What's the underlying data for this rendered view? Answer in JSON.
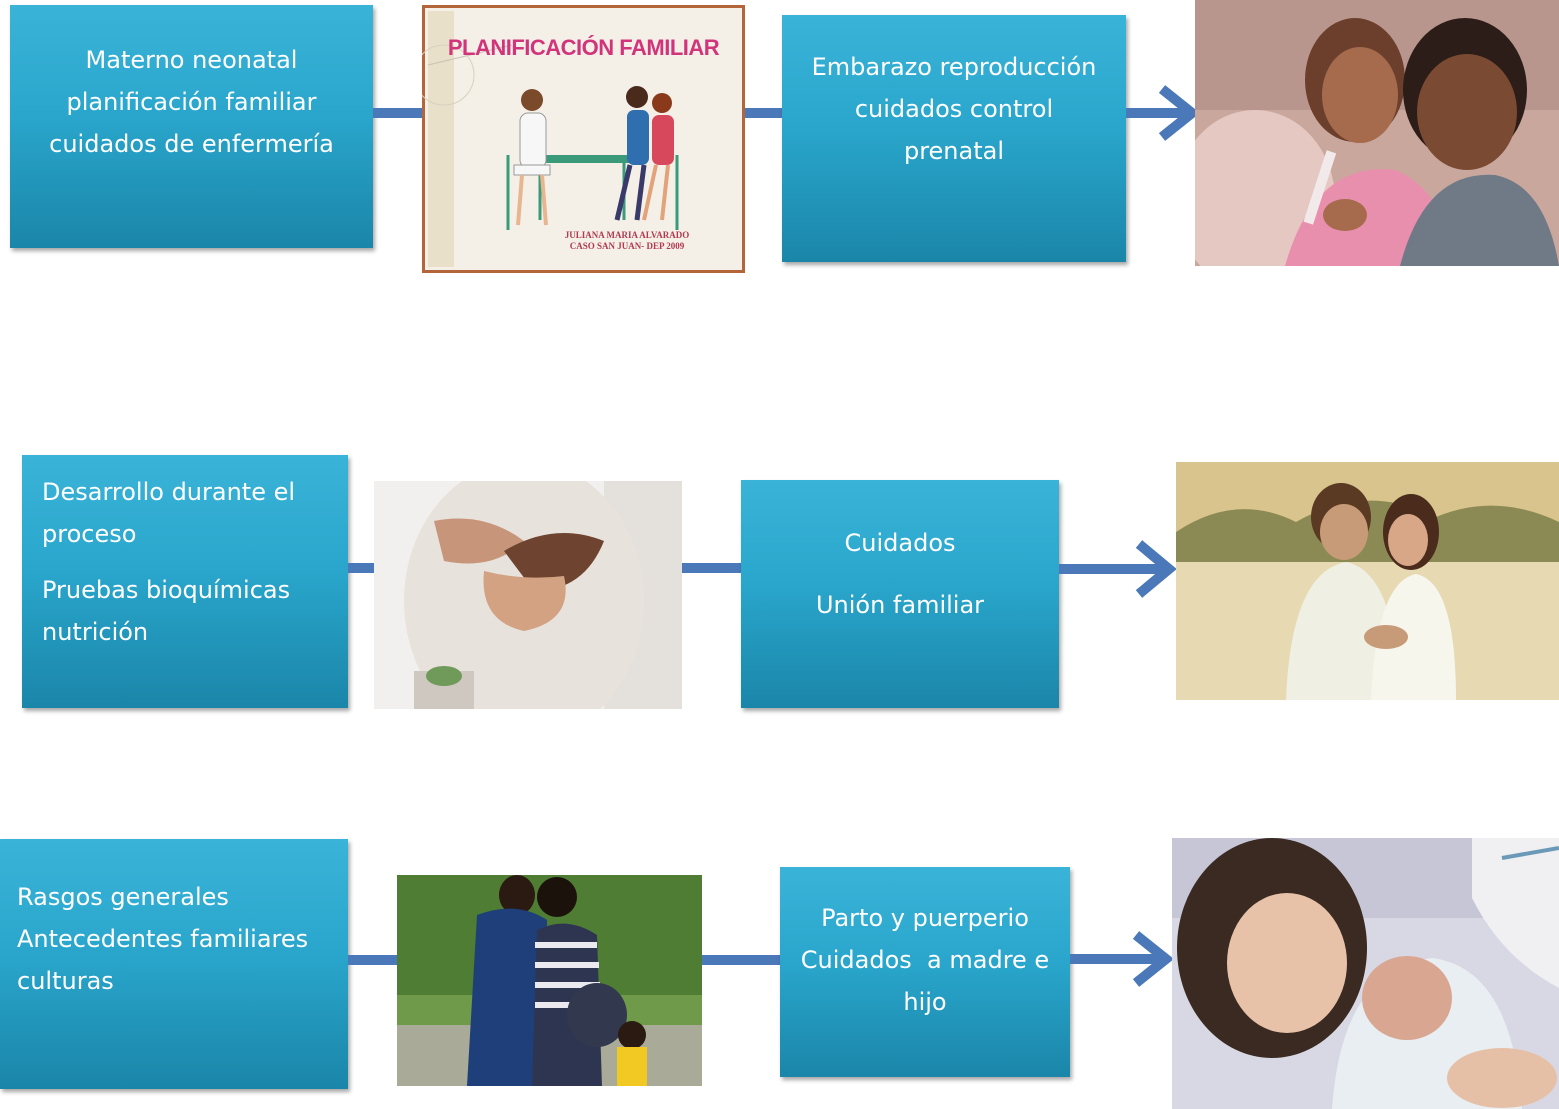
{
  "row1": {
    "box1": {
      "lines": [
        "Materno neonatal",
        "planificación familiar",
        "cuidados de enfermería"
      ]
    },
    "poster": {
      "title": "PLANIFICACIÓN FAMILIAR",
      "footer_line1": "JULIANA MARIA ALVARADO",
      "footer_line2": "CASO SAN JUAN- DEP 2009"
    },
    "box2": {
      "lines": [
        "Embarazo reproducción",
        "cuidados control",
        "prenatal"
      ]
    }
  },
  "row2": {
    "box1": {
      "para1": [
        "Desarrollo durante el",
        "proceso"
      ],
      "para2": [
        "Pruebas bioquímicas",
        "nutrición"
      ]
    },
    "box2": {
      "para1": "Cuidados",
      "para2": "Unión familiar"
    }
  },
  "row3": {
    "box1": {
      "lines": [
        "Rasgos generales",
        "Antecedentes familiares",
        "culturas"
      ]
    },
    "box2": {
      "lines": [
        "Parto y puerperio",
        "Cuidados  a madre e",
        "hijo"
      ]
    }
  },
  "icons": {
    "arrow": "arrow-right-icon",
    "photos": [
      "family-planning-poster",
      "couple-pregnancy-test-photo",
      "pregnant-belly-hands-photo",
      "couple-lake-photo",
      "pregnant-family-photo",
      "mother-newborn-photo"
    ]
  },
  "colors": {
    "box": "#2aa6cc",
    "connector": "#4a78b8",
    "poster_title": "#d2347c"
  }
}
